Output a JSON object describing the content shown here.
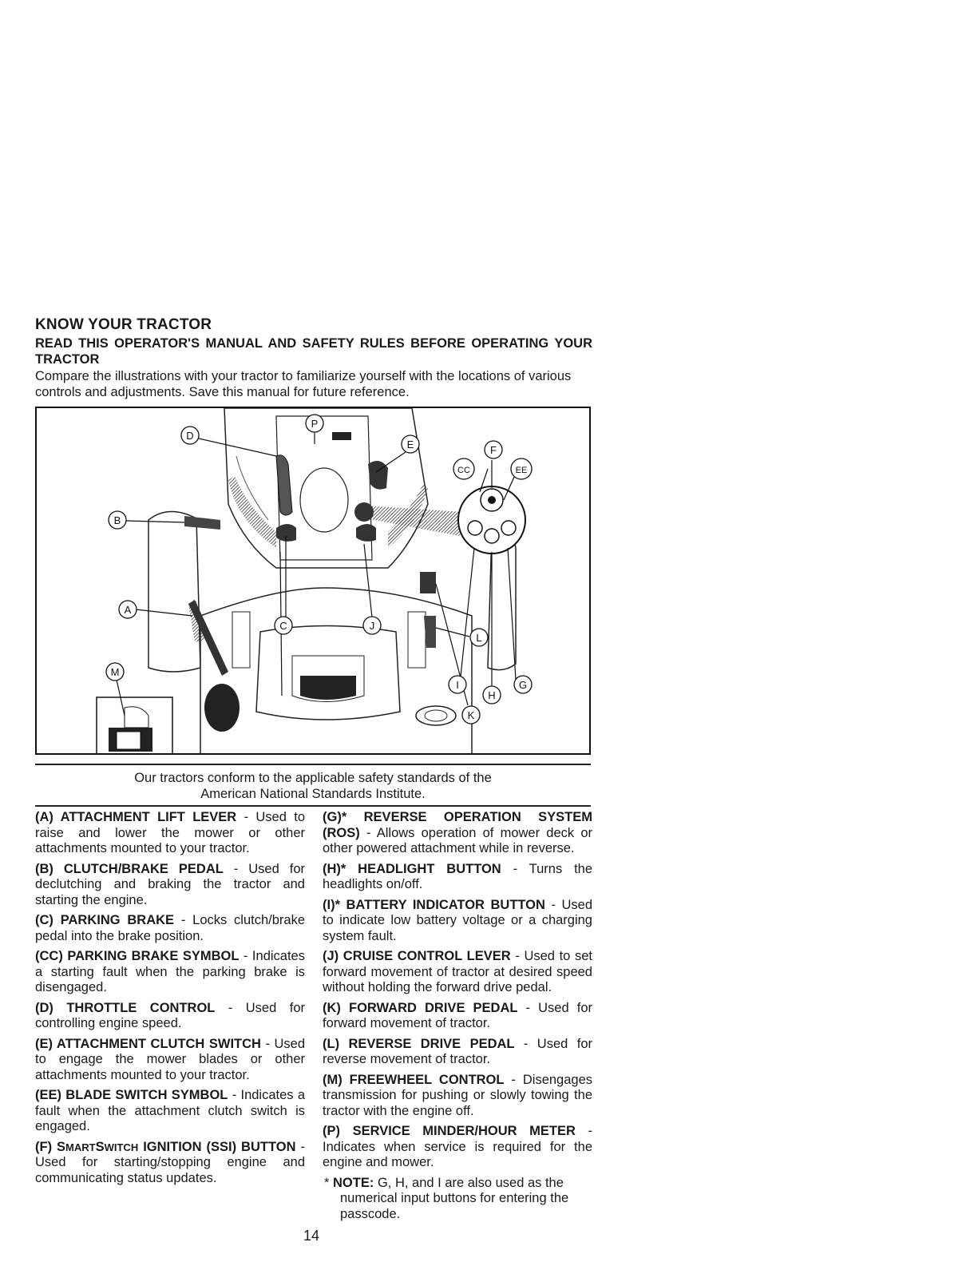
{
  "heading": "KNOW YOUR TRACTOR",
  "subheading": "READ THIS OPERATOR'S MANUAL AND SAFETY RULES BEFORE OPERATING YOUR TRACTOR",
  "intro": "Compare the illustrations with your tractor to familiarize yourself with the locations of various controls and adjustments. Save this manual for future reference.",
  "figure_callouts": {
    "P": "P",
    "D": "D",
    "E": "E",
    "F": "F",
    "CC": "CC",
    "EE": "EE",
    "B": "B",
    "C": "C",
    "J": "J",
    "I": "I",
    "H": "H",
    "G": "G",
    "K": "K",
    "A": "A",
    "L": "L",
    "M": "M"
  },
  "conformity": {
    "line1": "Our tractors conform to the applicable safety standards of the",
    "line2": "American National Standards Institute."
  },
  "left_items": [
    {
      "term": "(A) ATTACHMENT LIFT LEVER",
      "desc": " - Used to raise and lower the mower or other attachments mounted to your tractor."
    },
    {
      "term": "(B) CLUTCH/BRAKE PEDAL",
      "desc": " - Used for declutching and braking the tractor and starting the engine."
    },
    {
      "term": "(C) PARKING BRAKE",
      "desc": " - Locks clutch/brake pedal into the brake position."
    },
    {
      "term": "(CC) PARKING BRAKE SYMBOL",
      "desc": " - Indicates a starting fault when the parking brake is disengaged."
    },
    {
      "term": "(D) THROTTLE CONTROL",
      "desc": " - Used for controlling engine speed."
    },
    {
      "term": "(E) ATTACHMENT CLUTCH SWITCH",
      "desc": " - Used to engage the mower blades or other attachments mounted to your tractor."
    },
    {
      "term": "(EE) BLADE SWITCH SYMBOL",
      "desc": " - Indicates a fault when the attachment clutch switch is engaged."
    }
  ],
  "ssi_item": {
    "term_a": "(F) S",
    "term_b": "MART",
    "term_c": "S",
    "term_d": "WITCH",
    "term_e": " IGNITION (SSI) BUTTON",
    "desc": " - Used for starting/stopping engine and communicating status updates."
  },
  "right_items": [
    {
      "term": "(G)* REVERSE OPERATION SYSTEM (ROS)",
      "desc": " - Allows operation of mower deck or other powered attachment while in reverse."
    },
    {
      "term": "(H)* HEADLIGHT BUTTON",
      "desc": " - Turns the headlights on/off."
    },
    {
      "term": "(I)* BATTERY INDICATOR BUTTON",
      "desc": " - Used to indicate low battery voltage or a charging system fault."
    },
    {
      "term": "(J) CRUISE CONTROL LEVER",
      "desc": " - Used to set forward movement of tractor at desired speed without holding the forward drive pedal."
    },
    {
      "term": "(K) FORWARD DRIVE PEDAL",
      "desc": " - Used for forward movement of tractor."
    },
    {
      "term": "(L) REVERSE DRIVE PEDAL",
      "desc": " - Used for reverse movement of tractor."
    },
    {
      "term": "(M) FREEWHEEL CONTROL",
      "desc": " - Disengages transmission for pushing or slowly towing the tractor with the engine off."
    },
    {
      "term": "(P) SERVICE MINDER/HOUR METER",
      "desc": " - Indicates when service is required for the engine and mower."
    }
  ],
  "note": {
    "star": "*",
    "label": "NOTE:",
    "text": " G, H, and I are also used as the numerical input buttons for entering the passcode."
  },
  "page_number": "14"
}
